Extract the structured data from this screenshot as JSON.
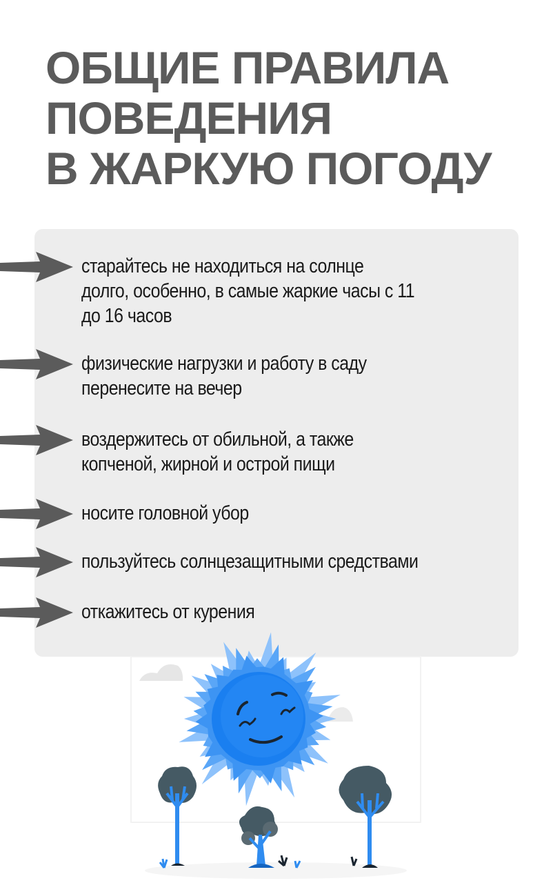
{
  "title": {
    "lines": [
      "ОБЩИЕ ПРАВИЛА",
      "ПОВЕДЕНИЯ",
      "В ЖАРКУЮ ПОГОДУ"
    ]
  },
  "rules": [
    {
      "lines": [
        "старайтесь не находиться на солнце",
        "долго, особенно, в самые жаркие часы с 11",
        "до 16 часов"
      ]
    },
    {
      "lines": [
        "физические нагрузки и работу в саду",
        "перенесите на вечер"
      ]
    },
    {
      "lines": [
        "воздержитесь от обильной, а также",
        "копченой, жирной и острой пищи"
      ]
    },
    {
      "lines": [
        "носите головной убор"
      ]
    },
    {
      "lines": [
        "пользуйтесь солнцезащитными средствами"
      ]
    },
    {
      "lines": [
        "откажитесь от курения"
      ]
    }
  ],
  "colors": {
    "title": "#5b5b5b",
    "box": "#ededed",
    "arrow": "#5b5b5b",
    "sun": "#1a7ff0",
    "tree": "#455a64"
  },
  "icons": {
    "arrow": "arrow-right-icon",
    "illustration": "smiling-sun-icon"
  }
}
